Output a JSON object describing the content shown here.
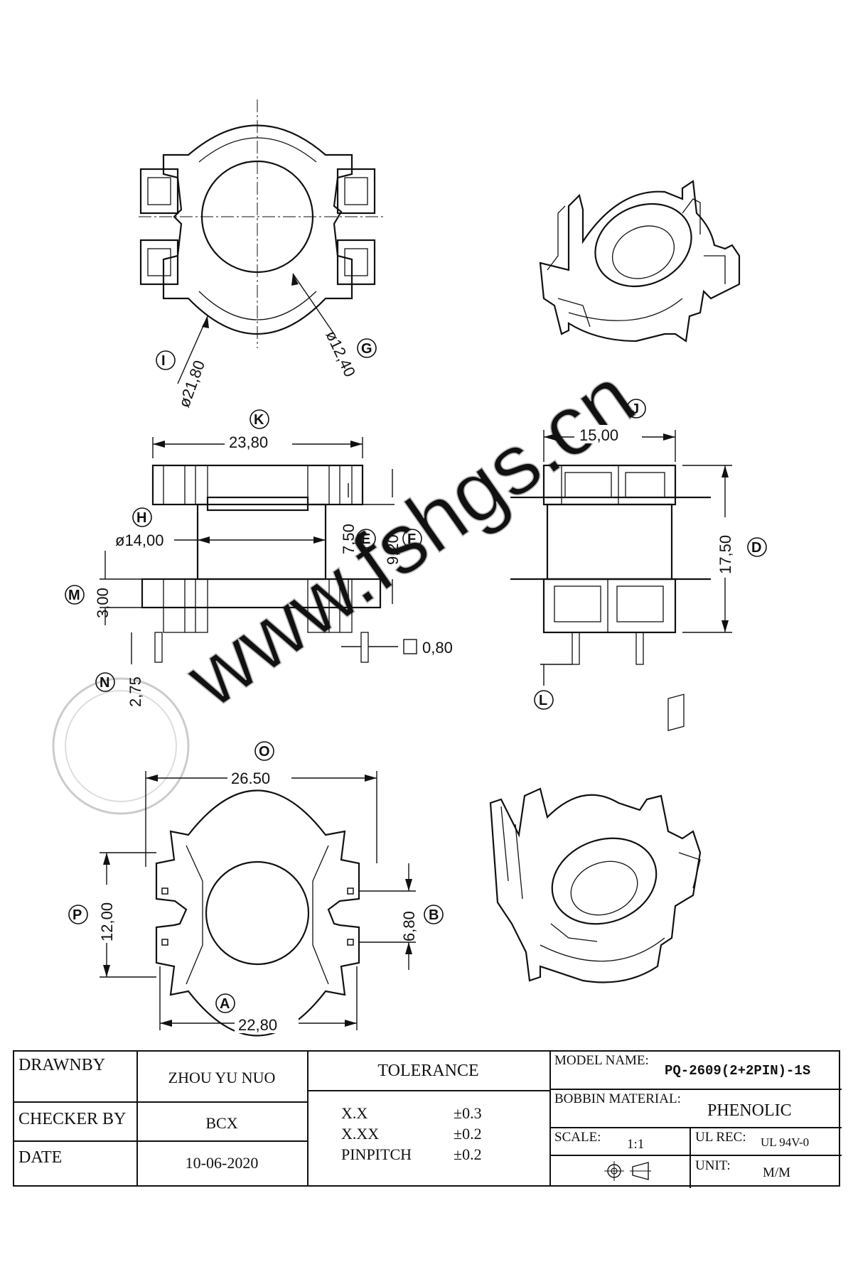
{
  "views": {
    "top": {
      "outer_dia": "ø21,80",
      "inner_dia": "ø12,40",
      "label_outer": "I",
      "label_inner": "G"
    },
    "front": {
      "width": "23,80",
      "width_label": "K",
      "bore": "ø14,00",
      "bore_label": "H",
      "flange_gap": "7,50",
      "flange_gap_label": "E",
      "total_height": "9,20",
      "total_height_label": "F",
      "flange": "3,00",
      "flange_label": "M",
      "pin_len": "2,75",
      "pin_len_label": "N",
      "pin_size": "0,80"
    },
    "side": {
      "depth": "15,00",
      "depth_label": "J",
      "height": "17,50",
      "height_label": "D",
      "pin_label": "L"
    },
    "bottom": {
      "span": "26.50",
      "span_label": "O",
      "pitch_v": "12,00",
      "pitch_v_label": "P",
      "pin_pitch": "6,80",
      "pin_pitch_label": "B",
      "base": "22,80",
      "base_label": "A"
    }
  },
  "watermark": "www.fshgs.cn",
  "title_block": {
    "drawnby_label": "DRAWNBY",
    "drawnby_value": "ZHOU YU NUO",
    "checker_label": "CHECKER BY",
    "checker_value": "BCX",
    "date_label": "DATE",
    "date_value": "10-06-2020",
    "tolerance_label": "TOLERANCE",
    "tolerances": [
      {
        "name": "X.X",
        "value": "±0.3"
      },
      {
        "name": "X.XX",
        "value": "±0.2"
      },
      {
        "name": "PINPITCH",
        "value": "±0.2"
      }
    ],
    "model_label": "MODEL NAME:",
    "model_value": "PQ-2609(2+2PIN)-1S",
    "material_label": "BOBBIN MATERIAL:",
    "material_value": "PHENOLIC",
    "scale_label": "SCALE:",
    "scale_value": "1:1",
    "ulrec_label": "UL REC:",
    "ulrec_value": "UL 94V-0",
    "unit_label": "UNIT:",
    "unit_value": "M/M"
  }
}
